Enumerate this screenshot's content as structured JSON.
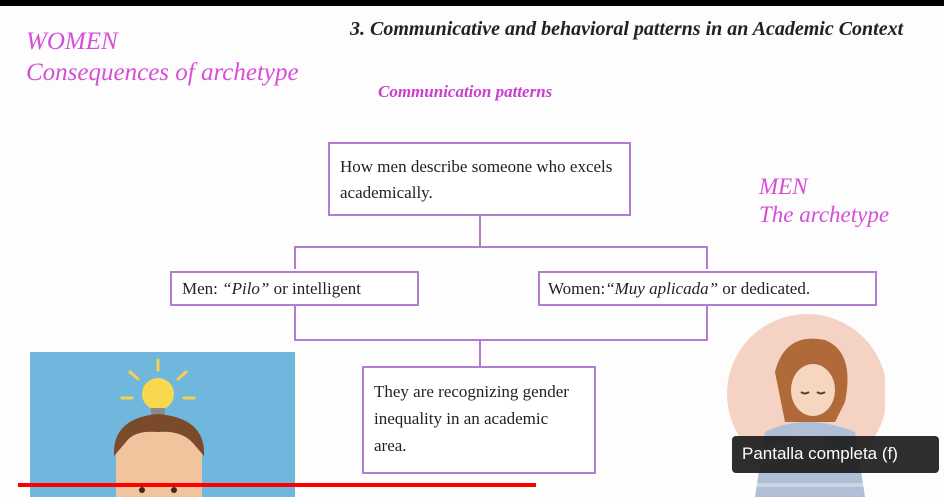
{
  "slide": {
    "heading": "3. Communicative and behavioral patterns in an Academic Context",
    "women_title": "WOMEN",
    "women_subtitle": "Consequences of archetype",
    "section_title": "Communication patterns",
    "men_title": "MEN",
    "men_subtitle": "The archetype",
    "boxes": {
      "top": "How men describe someone who excels academically.",
      "men_prefix": "Men: ",
      "men_italic": "“Pilo”",
      "men_suffix": " or intelligent",
      "women_prefix": "Women:",
      "women_italic": "“Muy aplicada”",
      "women_suffix": " or dedicated.",
      "bottom": "They are recognizing gender inequality in an academic area."
    }
  },
  "player": {
    "tooltip": "Pantalla completa (f)",
    "progress_fraction": 0.57,
    "progress_color": "#ff0000"
  },
  "colors": {
    "accent_pink": "#d64ed8",
    "box_border": "#b27dd0"
  },
  "icons": {
    "left_illustration": "man-with-lightbulb-icon",
    "right_illustration": "tired-student-woman-icon"
  }
}
